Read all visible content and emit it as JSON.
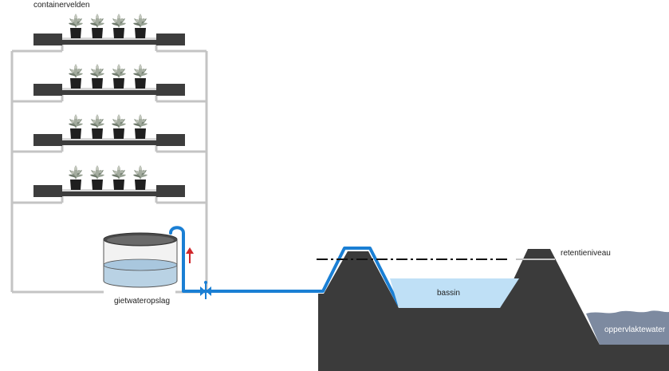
{
  "labels": {
    "containervelden": "containervelden",
    "gietwateropslag": "gietwateropslag",
    "bassin": "bassin",
    "retentieniveau": "retentieniveau",
    "oppervlaktewater": "oppervlaktewater"
  },
  "colors": {
    "frame": "#c4c4c4",
    "tray": "#3d3d3d",
    "pot": "#1f1f1f",
    "plant": "#8f9a8c",
    "tank_water": "#b9d2e4",
    "pipe": "#1a7fd4",
    "arrow": "#d0262b",
    "ground": "#3b3b3b",
    "basin_water": "#bfe0f6",
    "surface_water": "#7d8aa0"
  },
  "icons": {
    "flow_arrow": "arrow-up-icon",
    "valve": "valve-icon",
    "plant": "potted-plant-icon",
    "tank": "water-tank-icon"
  },
  "shelves": [
    {
      "id": "shelf-1",
      "plants": 4
    },
    {
      "id": "shelf-2",
      "plants": 4
    },
    {
      "id": "shelf-3",
      "plants": 4
    },
    {
      "id": "shelf-4",
      "plants": 4
    }
  ]
}
